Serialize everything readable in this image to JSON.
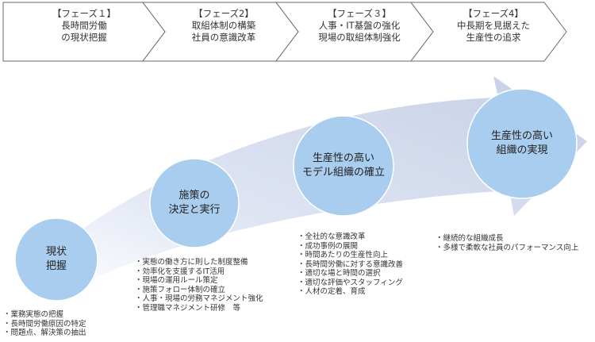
{
  "phases": [
    {
      "label": "【フェーズ１】",
      "line1": "長時間労働",
      "line2": "の現状把握"
    },
    {
      "label": "【フェーズ2】",
      "line1": "取組体制の構築",
      "line2": "社員の意識改革"
    },
    {
      "label": "【フェーズ３】",
      "line1": "人事・IT基盤の強化",
      "line2": "現場の取組体制強化"
    },
    {
      "label": "【フェーズ4】",
      "line1": "中長期を見据えた",
      "line2": "生産性の追求"
    }
  ],
  "stages": [
    {
      "line1": "現状",
      "line2": "把握",
      "bullets": [
        "業務実態の把握",
        "長時間労働原因の特定",
        "問題点、解決策の抽出"
      ]
    },
    {
      "line1": "施策の",
      "line2": "決定と実行",
      "bullets": [
        "実態の働き方に則した制度整備",
        "効率化を支援するIT活用",
        "現場の運用ルール策定",
        "施策フォロー体制の確立",
        "人事・現場の労務マネジメント強化",
        "管理職マネジメント研修　等"
      ]
    },
    {
      "line1": "生産性の高い",
      "line2": "モデル組織の確立",
      "bullets": [
        "全社的な意識改革",
        "成功事例の展開",
        "時間あたりの生産性向上",
        "長時間労働に対する意識改善",
        "適切な場と時間の選択",
        "適切な評価やスタッフィング",
        "人材の定着、育成"
      ]
    },
    {
      "line1": "生産性の高い",
      "line2": "組織の実現",
      "bullets": [
        "継続的な組織成長",
        "多様で柔軟な社員のパフォーマンス向上"
      ]
    }
  ],
  "colors": {
    "circle": "#a9cdee",
    "arrow": "#d9dfef",
    "chevron_border": "#6a6a6a"
  }
}
